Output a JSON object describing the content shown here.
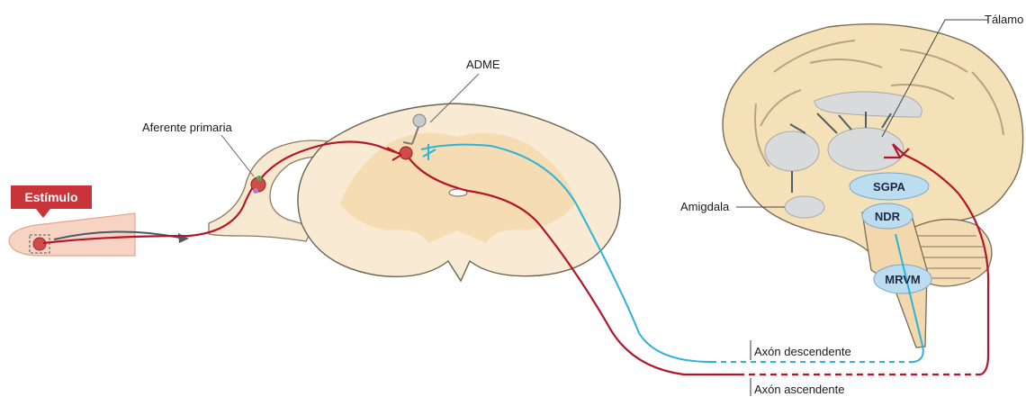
{
  "labels": {
    "stimulus": "Estímulo",
    "primary_afferent": "Aferente primaria",
    "adme": "ADME",
    "thalamus": "Tálamo",
    "amygdala": "Amigdala",
    "sgpa": "SGPA",
    "ndr": "NDR",
    "mrvm": "MRVM",
    "descending_axon": "Axón descendente",
    "ascending_axon": "Axón ascendente"
  },
  "colors": {
    "ascending_pathway": "#b5152b",
    "descending_pathway": "#2bb3d9",
    "tissue": "#f7e6c8",
    "gray_matter": "#f4d9b0",
    "brain_structure": "#d9dadc",
    "nucleus_fill": "#bcdcef",
    "stimulus_box": "#c8343a"
  }
}
